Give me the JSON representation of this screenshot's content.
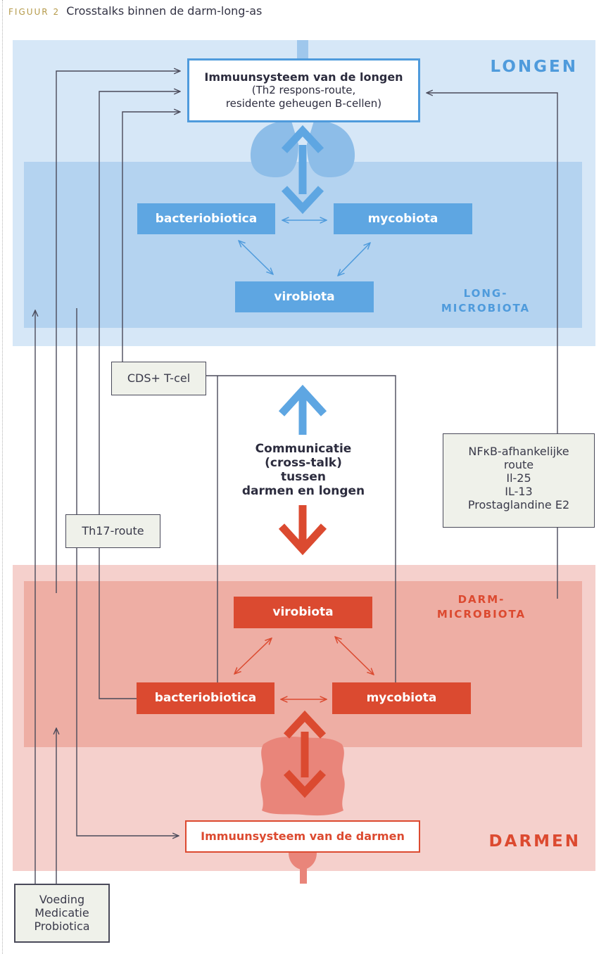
{
  "figure": {
    "label": "FIGUUR 2",
    "title": "Crosstalks binnen de darm-long-as"
  },
  "lungs": {
    "zone_title": "LONGEN",
    "microbiota_title": [
      "LONG-",
      "MICROBIOTA"
    ],
    "immune_title": "Immuunsysteem van de longen",
    "immune_subtitle": [
      "(Th2 respons-route,",
      "residente geheugen B-cellen)"
    ],
    "boxes": {
      "bacteria": "bacteriobiotica",
      "myco": "mycobiota",
      "viro": "virobiota"
    }
  },
  "gut": {
    "zone_title": "DARMEN",
    "microbiota_title": [
      "DARM-",
      "MICROBIOTA"
    ],
    "immune_title": "Immuunsysteem van de darmen",
    "boxes": {
      "bacteria": "bacteriobiotica",
      "myco": "mycobiota",
      "viro": "virobiota"
    }
  },
  "communication": [
    "Communicatie",
    "(cross-talk)",
    "tussen",
    "darmen en longen"
  ],
  "pathways": {
    "cds": "CDS+ T-cel",
    "th17": "Th17-route",
    "nfkb": [
      "NFκB-afhankelijke",
      "route",
      "Il-25",
      "IL-13",
      "Prostaglandine E2"
    ],
    "diet": [
      "Voeding",
      "Medicatie",
      "Probiotica"
    ]
  },
  "colors": {
    "lung_accent": "#4f9bdc",
    "lung_box": "#5ea6e2",
    "gut_accent": "#db4a30",
    "connector": "#4a4a5a"
  }
}
